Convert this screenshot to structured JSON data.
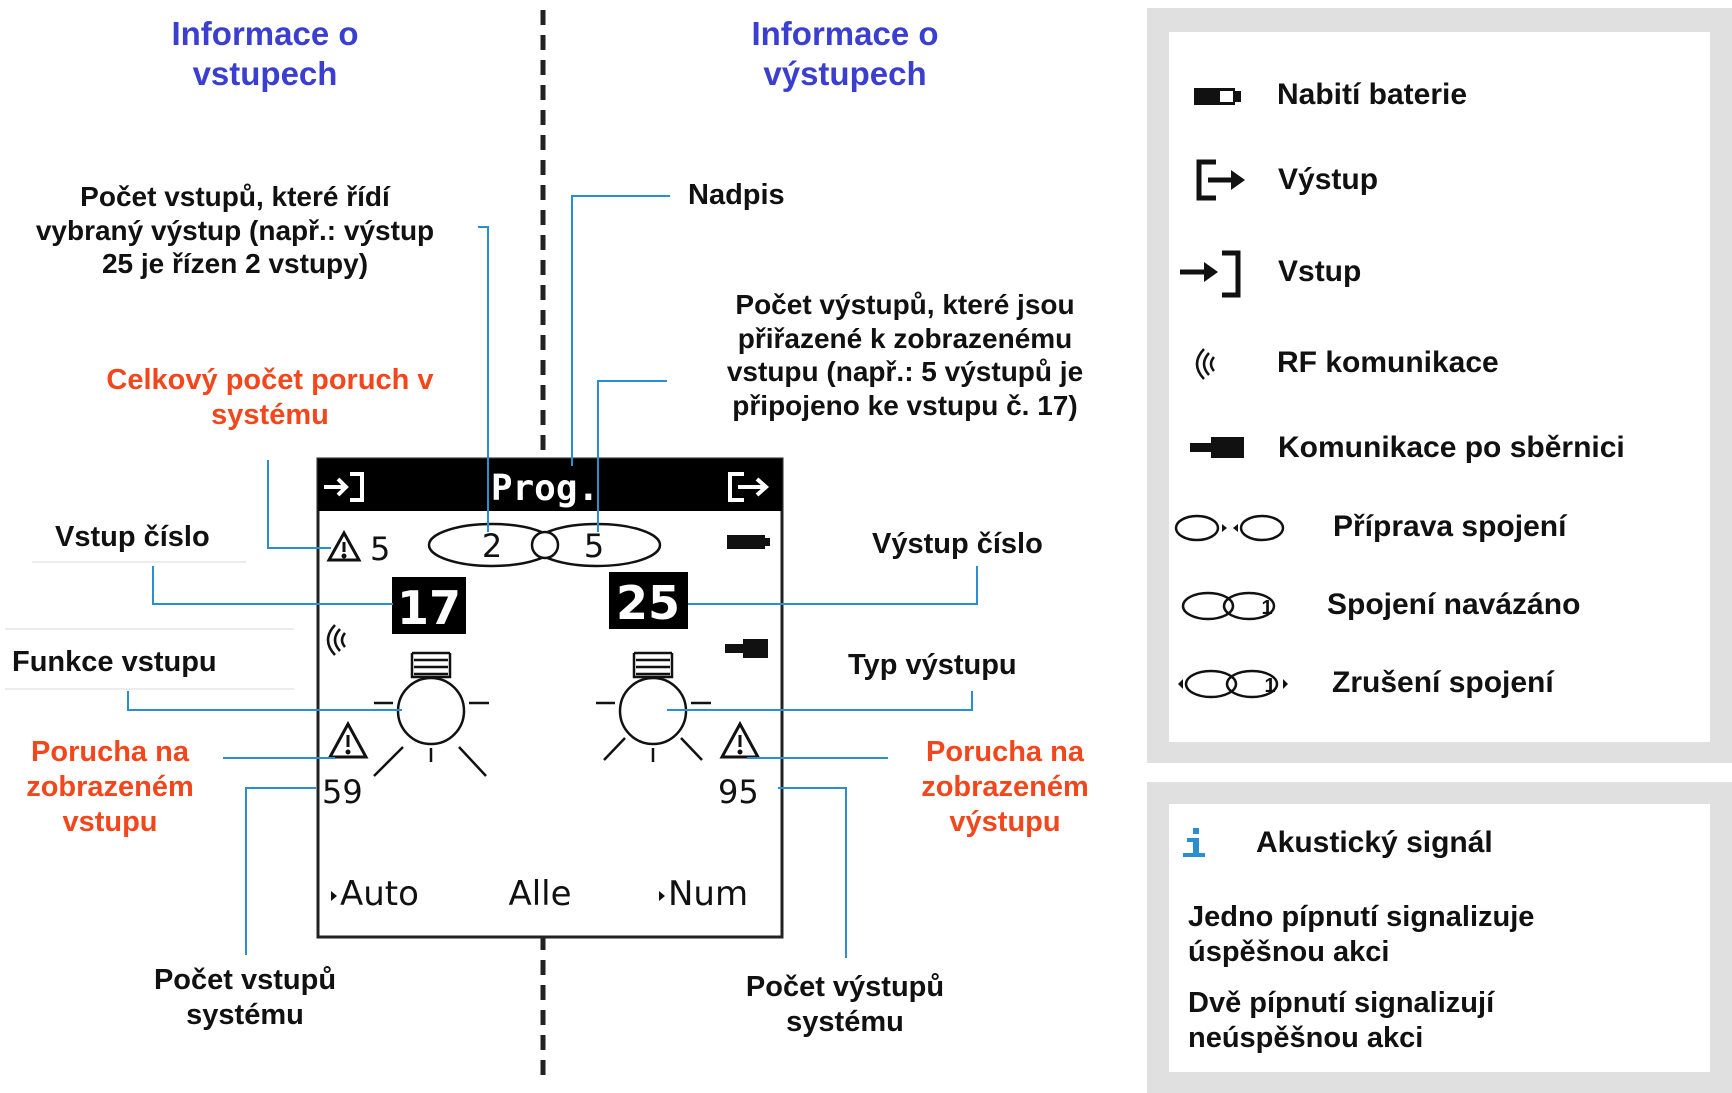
{
  "headings": {
    "inputs": "Informace o vstupech",
    "outputs": "Informace o výstupech"
  },
  "callouts": {
    "input_count_per_output": "Počet vstupů, které řídí vybraný výstup (např.: výstup 25 je řízen 2 vstupy)",
    "total_faults": "Celkový počet poruch v systému",
    "input_number": "Vstup číslo",
    "input_function": "Funkce vstupu",
    "input_fault": "Porucha na zobrazeném vstupu",
    "system_inputs": "Počet vstupů systému",
    "title": "Nadpis",
    "output_count_per_input": "Počet výstupů, které jsou přiřazené k zobrazenému vstupu (např.: 5 výstupů je připojeno ke vstupu č. 17)",
    "output_number": "Výstup číslo",
    "output_type": "Typ výstupu",
    "output_fault": "Porucha na zobrazeném výstupu",
    "system_outputs": "Počet výstupů systému"
  },
  "display": {
    "title": "Prog.",
    "fault_count": "5",
    "inputs_link_count": "2",
    "outputs_link_count": "5",
    "input_number": "17",
    "output_number": "25",
    "input_fault_value": "59",
    "output_fault_value": "95",
    "soft_left": "Auto",
    "soft_center": "Alle",
    "soft_right": "Num"
  },
  "legend": {
    "items": [
      {
        "icon": "battery-icon",
        "label": "Nabití baterie"
      },
      {
        "icon": "output-icon",
        "label": "Výstup"
      },
      {
        "icon": "input-icon",
        "label": "Vstup"
      },
      {
        "icon": "rf-icon",
        "label": "RF komunikace"
      },
      {
        "icon": "bus-icon",
        "label": "Komunikace po sběrnici"
      },
      {
        "icon": "link-prepare-icon",
        "label": "Příprava spojení"
      },
      {
        "icon": "link-established-icon",
        "label": "Spojení navázáno"
      },
      {
        "icon": "link-cancel-icon",
        "label": "Zrušení spojení"
      }
    ],
    "link_number": "1"
  },
  "acoustic": {
    "title": "Akustický signál",
    "one_beep": "Jedno pípnutí signalizuje úspěšnou akci",
    "two_beeps": "Dvě pípnutí signalizují neúspěšnou akci"
  },
  "colors": {
    "heading": "#3a3fd0",
    "fault_label": "#f2471c",
    "leader_line": "#2a8fd0",
    "panel": "#e0e0e0"
  }
}
